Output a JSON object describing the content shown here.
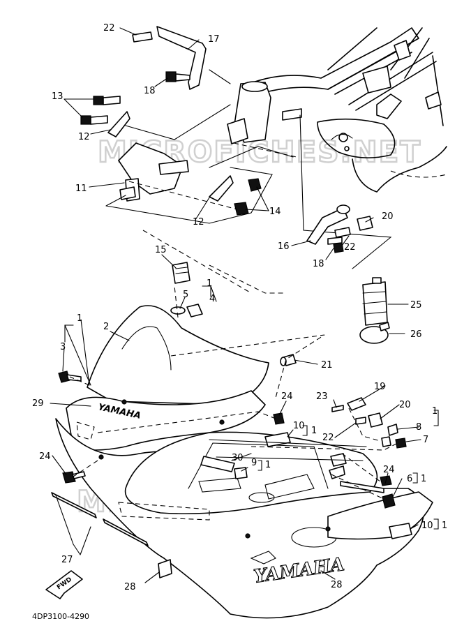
{
  "watermark": "MICROFICHES.NET",
  "drawing_code": "4DP3100-4290",
  "forward_arrow_label": "FWD",
  "brand_mark": "YAMAHA",
  "callouts": {
    "c1a": "1",
    "c1b": "1",
    "c2": "2",
    "c3": "3",
    "c4": "4",
    "c5": "5",
    "c6": "6",
    "c7": "7",
    "c8": "8",
    "c9": "9",
    "c10a": "10",
    "c10b": "10",
    "c11": "11",
    "c12a": "12",
    "c12b": "12",
    "c13": "13",
    "c14": "14",
    "c15": "15",
    "c16": "16",
    "c17": "17",
    "c18a": "18",
    "c18b": "18",
    "c19": "19",
    "c20a": "20",
    "c20b": "20",
    "c21": "21",
    "c22a": "22",
    "c22b": "22",
    "c22c": "22",
    "c23": "23",
    "c24a": "24",
    "c24b": "24",
    "c24c": "24",
    "c25": "25",
    "c26": "26",
    "c27": "27",
    "c28a": "28",
    "c28b": "28",
    "c29": "29",
    "c30": "30",
    "ref1a": "1",
    "ref1b": "1",
    "ref1c": "1",
    "ref1d": "1",
    "ref1e": "1"
  }
}
